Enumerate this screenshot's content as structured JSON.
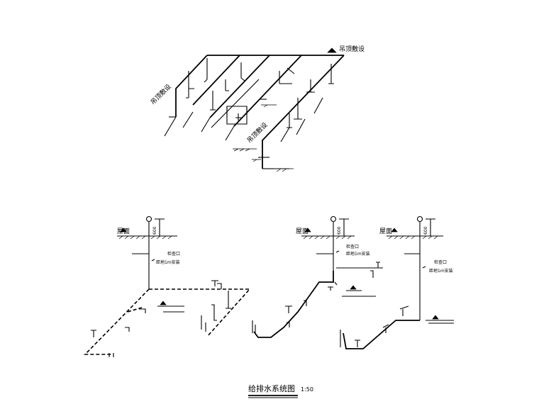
{
  "labels": {
    "ceiling_laying": "吊顶敷设",
    "roof": "屋面",
    "height_600": "600",
    "inspection_port": "检查口",
    "install_1m": "距地1m安装"
  },
  "title": {
    "text": "给排水系统图",
    "scale": "1:50"
  }
}
